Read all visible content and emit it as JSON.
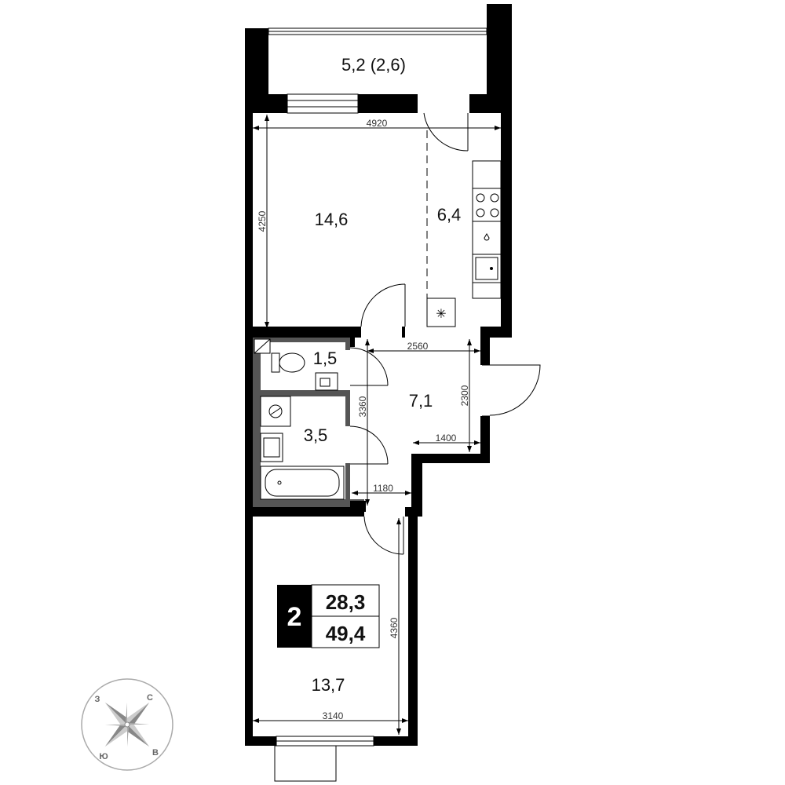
{
  "rooms": {
    "balcony": "5,2 (2,6)",
    "living": "14,6",
    "kitchen": "6,4",
    "toilet": "1,5",
    "hall": "7,1",
    "bath": "3,5",
    "bedroom": "13,7"
  },
  "dimensions": {
    "top_width": "4920",
    "living_height": "4250",
    "hall_width": "2560",
    "hall_height": "2300",
    "hall_depth": "3360",
    "hall_short": "1400",
    "corridor_width": "1180",
    "bedroom_height": "4360",
    "bedroom_width": "3140"
  },
  "summary": {
    "rooms_count": "2",
    "living_area": "28,3",
    "total_area": "49,4"
  },
  "compass": {
    "north": "С",
    "south": "Ю",
    "east": "В",
    "west": "З"
  }
}
